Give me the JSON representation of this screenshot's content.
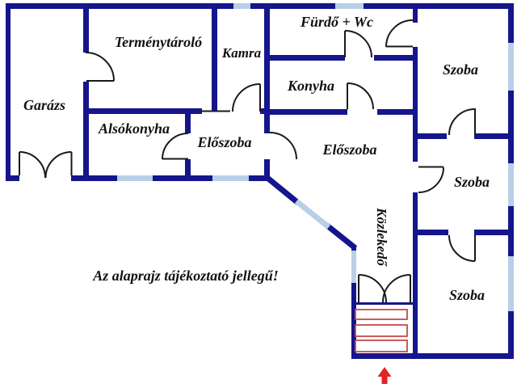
{
  "labels": {
    "garage": "Garázs",
    "granary": "Terménytároló",
    "pantry": "Kamra",
    "bathroom": "Fürdő + Wc",
    "kitchen": "Konyha",
    "lower_kitchen": "Alsókonyha",
    "hallway_left": "Előszoba",
    "hallway_right": "Előszoba",
    "room_top": "Szoba",
    "room_middle": "Szoba",
    "room_bottom": "Szoba",
    "corridor": "Közlekedő"
  },
  "disclaimer": "Az alaprajz tájékoztató jellegű!",
  "colors": {
    "wall": "#15158c",
    "window": "#b9cfe8",
    "door": "#1a1a1a",
    "stairs": "#c64a4a",
    "arrow": "#e32222",
    "background": "#ffffff",
    "text": "#111111"
  }
}
